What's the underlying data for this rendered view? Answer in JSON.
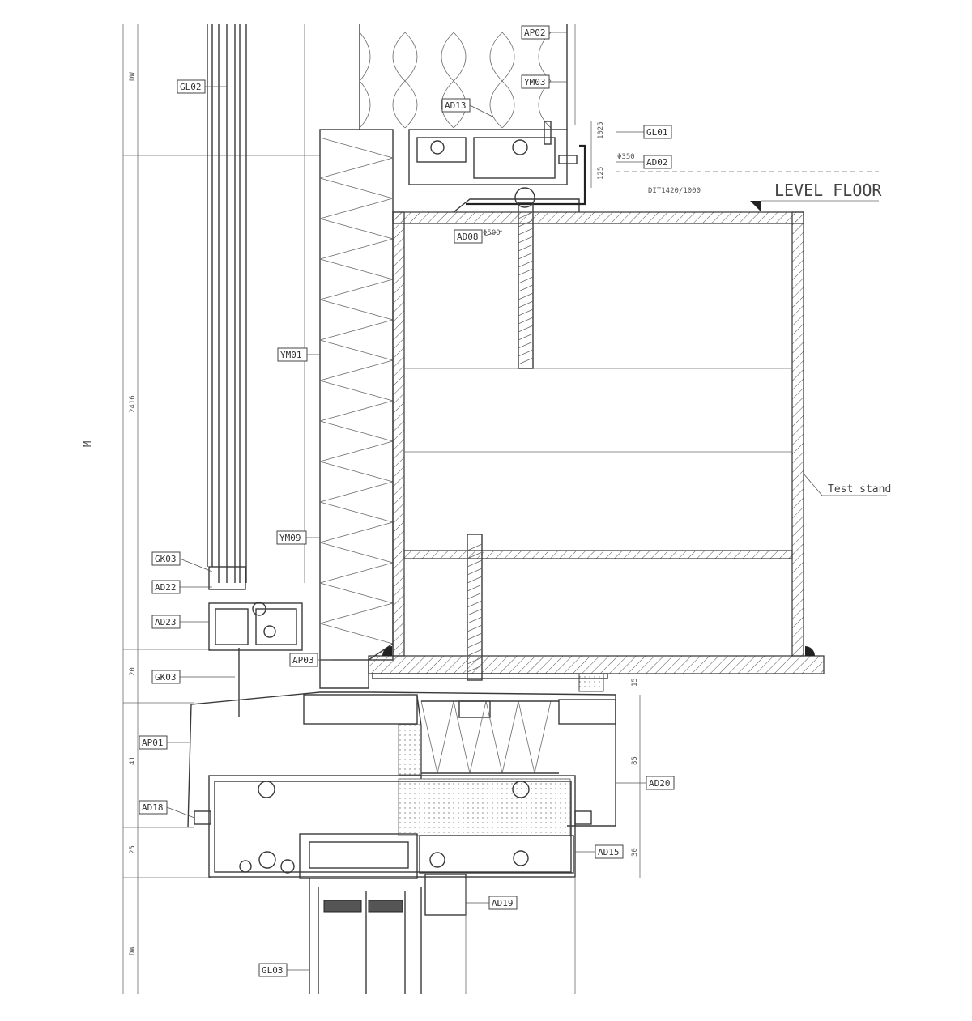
{
  "tags": {
    "ap02_top": "AP02",
    "ym03_top": "YM03",
    "ad13": "AD13",
    "gl02": "GL02",
    "gl01": "GL01",
    "ad02": "AD02",
    "ad08": "AD08",
    "ym01": "YM01",
    "ym09": "YM09",
    "gk03": "GK03",
    "ad22": "AD22",
    "ad23": "AD23",
    "ap03": "AP03",
    "gk03_b": "GK03",
    "ap01": "AP01",
    "ad18": "AD18",
    "ad20": "AD20",
    "ad15": "AD15",
    "ad19": "AD19",
    "gl03": "GL03"
  },
  "labels": {
    "level_floor": "LEVEL FLOOR",
    "test_stand": "Test stand",
    "side_mark": "M",
    "diam_350": "Φ350",
    "diam_500": "Φ500",
    "small_note": "DIT1420/1000"
  },
  "dims": {
    "dw_top": "DW",
    "d2416": "2416",
    "d20": "20",
    "d41": "41",
    "d25": "25",
    "dw_bottom": "DW",
    "d15": "15",
    "d85": "85",
    "d30": "30",
    "d1025": "1025",
    "d125": "125"
  }
}
